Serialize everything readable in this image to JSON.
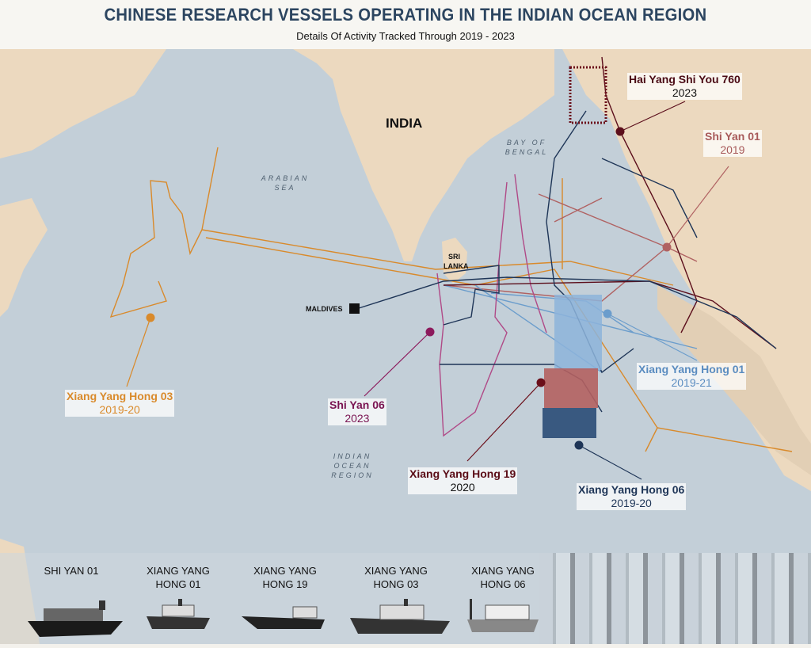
{
  "header": {
    "title": "CHINESE RESEARCH VESSELS OPERATING IN THE INDIAN OCEAN REGION",
    "subtitle": "Details Of Activity Tracked Through 2019 - 2023"
  },
  "places": {
    "india": "INDIA",
    "sri_lanka_1": "SRI",
    "sri_lanka_2": "LANKA",
    "maldives": "MALDIVES",
    "arabian_sea_1": "ARABIAN",
    "arabian_sea_2": "SEA",
    "bay_1": "BAY OF",
    "bay_2": "BENGAL",
    "ocean_1": "INDIAN",
    "ocean_2": "OCEAN",
    "ocean_3": "REGION"
  },
  "vessels": [
    {
      "name": "Hai Yang Shi You 760",
      "years": "2023",
      "color": "#5c0f1c"
    },
    {
      "name": "Shi Yan 01",
      "years": "2019",
      "color": "#b06262"
    },
    {
      "name": "Xiang Yang Hong 01",
      "years": "2019-21",
      "color": "#6b9dcc"
    },
    {
      "name": "Xiang Yang Hong 03",
      "years": "2019-20",
      "color": "#d98a2b"
    },
    {
      "name": "Shi Yan 06",
      "years": "2023",
      "color": "#8c1a5c"
    },
    {
      "name": "Xiang Yang Hong 19",
      "years": "2020",
      "color": "#6b0f1a"
    },
    {
      "name": "Xiang Yang Hong 06",
      "years": "2019-20",
      "color": "#1e3557"
    }
  ],
  "ships": [
    {
      "l1": "SHI YAN 01",
      "l2": ""
    },
    {
      "l1": "XIANG YANG",
      "l2": "HONG 01"
    },
    {
      "l1": "XIANG YANG",
      "l2": "HONG 19"
    },
    {
      "l1": "XIANG YANG",
      "l2": "HONG 03"
    },
    {
      "l1": "XIANG YANG",
      "l2": "HONG 06"
    }
  ]
}
